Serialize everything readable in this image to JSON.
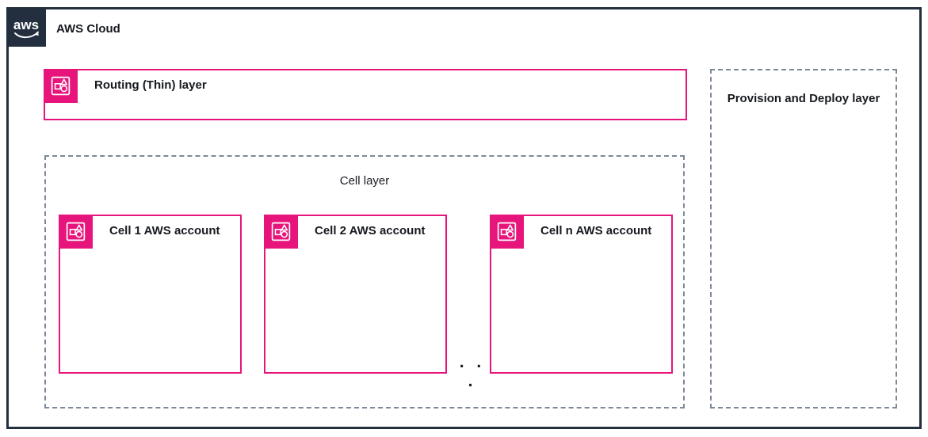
{
  "colors": {
    "accent_pink": "#E7157B",
    "frame_navy": "#232F3E",
    "dashed_gray": "#7D8998",
    "text": "#16191F"
  },
  "aws_cloud": {
    "logo_text": "aws",
    "label": "AWS Cloud"
  },
  "routing_layer": {
    "label": "Routing (Thin) layer"
  },
  "cell_layer": {
    "label": "Cell layer",
    "cells": [
      {
        "label": "Cell 1 AWS account"
      },
      {
        "label": "Cell 2 AWS account"
      },
      {
        "label": "Cell n AWS account"
      }
    ],
    "ellipsis": ". . ."
  },
  "provision_layer": {
    "label": "Provision and Deploy layer"
  }
}
